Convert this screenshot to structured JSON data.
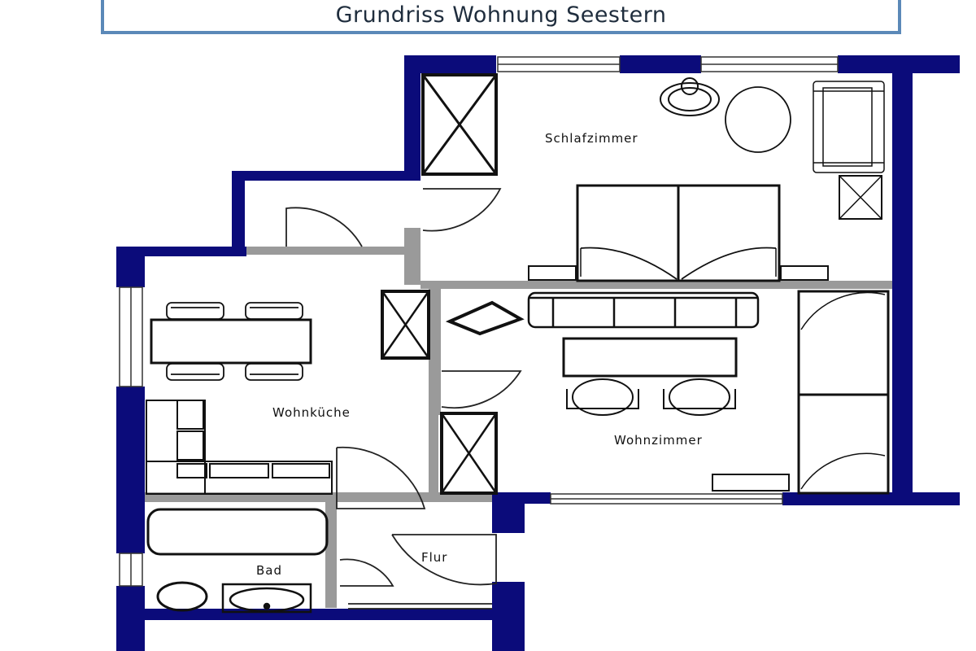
{
  "title": "Grundriss Wohnung Seestern",
  "rooms": {
    "schlafzimmer": "Schlafzimmer",
    "wohnkueche": "Wohnküche",
    "wohnzimmer": "Wohnzimmer",
    "bad": "Bad",
    "flur": "Flur"
  },
  "colors": {
    "outer_wall": "#0b0b7a",
    "inner_wall": "#999999",
    "furniture": "#111111",
    "title_border": "#5b89b8"
  }
}
